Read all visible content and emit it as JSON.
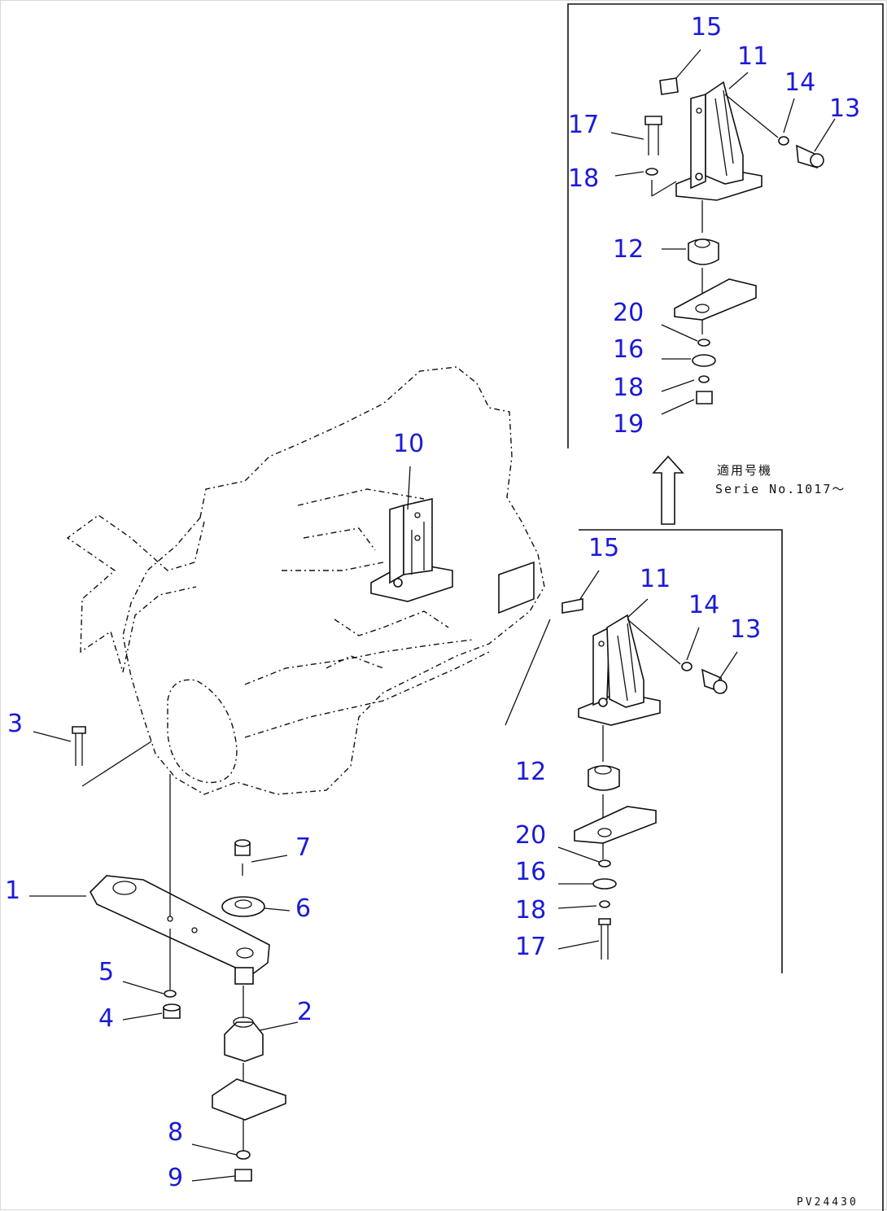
{
  "note": {
    "title": "適用号機",
    "serial": "Serie  No.1017～"
  },
  "reference_code": "PV24430",
  "labels": [
    {
      "id": "lbl-15-top",
      "text": "15"
    },
    {
      "id": "lbl-11-top",
      "text": "11"
    },
    {
      "id": "lbl-14-top",
      "text": "14"
    },
    {
      "id": "lbl-13-top",
      "text": "13"
    },
    {
      "id": "lbl-17-top",
      "text": "17"
    },
    {
      "id": "lbl-18-top",
      "text": "18"
    },
    {
      "id": "lbl-12-top",
      "text": "12"
    },
    {
      "id": "lbl-20-top",
      "text": "20"
    },
    {
      "id": "lbl-16-top",
      "text": "16"
    },
    {
      "id": "lbl-18b-top",
      "text": "18"
    },
    {
      "id": "lbl-19-top",
      "text": "19"
    },
    {
      "id": "lbl-10",
      "text": "10"
    },
    {
      "id": "lbl-15-mid",
      "text": "15"
    },
    {
      "id": "lbl-11-mid",
      "text": "11"
    },
    {
      "id": "lbl-14-mid",
      "text": "14"
    },
    {
      "id": "lbl-13-mid",
      "text": "13"
    },
    {
      "id": "lbl-12-mid",
      "text": "12"
    },
    {
      "id": "lbl-20-mid",
      "text": "20"
    },
    {
      "id": "lbl-16-mid",
      "text": "16"
    },
    {
      "id": "lbl-18-mid",
      "text": "18"
    },
    {
      "id": "lbl-17-mid",
      "text": "17"
    },
    {
      "id": "lbl-3",
      "text": "3"
    },
    {
      "id": "lbl-7",
      "text": "7"
    },
    {
      "id": "lbl-1",
      "text": "1"
    },
    {
      "id": "lbl-6",
      "text": "6"
    },
    {
      "id": "lbl-5",
      "text": "5"
    },
    {
      "id": "lbl-4",
      "text": "4"
    },
    {
      "id": "lbl-2",
      "text": "2"
    },
    {
      "id": "lbl-8",
      "text": "8"
    },
    {
      "id": "lbl-9",
      "text": "9"
    }
  ]
}
